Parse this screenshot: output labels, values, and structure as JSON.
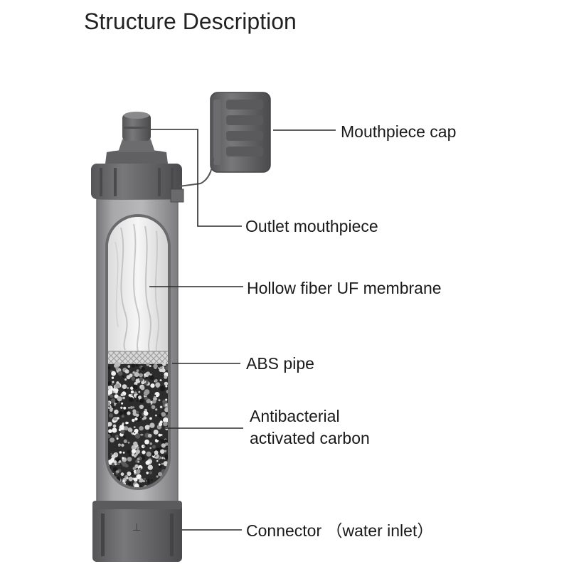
{
  "title": "Structure Description",
  "labels": {
    "mouthpiece_cap": "Mouthpiece cap",
    "outlet_mouthpiece": "Outlet mouthpiece",
    "hollow_fiber": "Hollow fiber UF membrane",
    "abs_pipe": "ABS pipe",
    "carbon_line1": "Antibacterial",
    "carbon_line2": "activated carbon",
    "connector": "Connector （water inlet）"
  },
  "colors": {
    "cap_gray": "#6e6e70",
    "cap_dark": "#4d4d4f",
    "tube_gray": "#8a8a8c",
    "tube_light": "#b4b4b6",
    "window_bg": "#e8e8e8",
    "leader_line": "#2a2a2a"
  }
}
